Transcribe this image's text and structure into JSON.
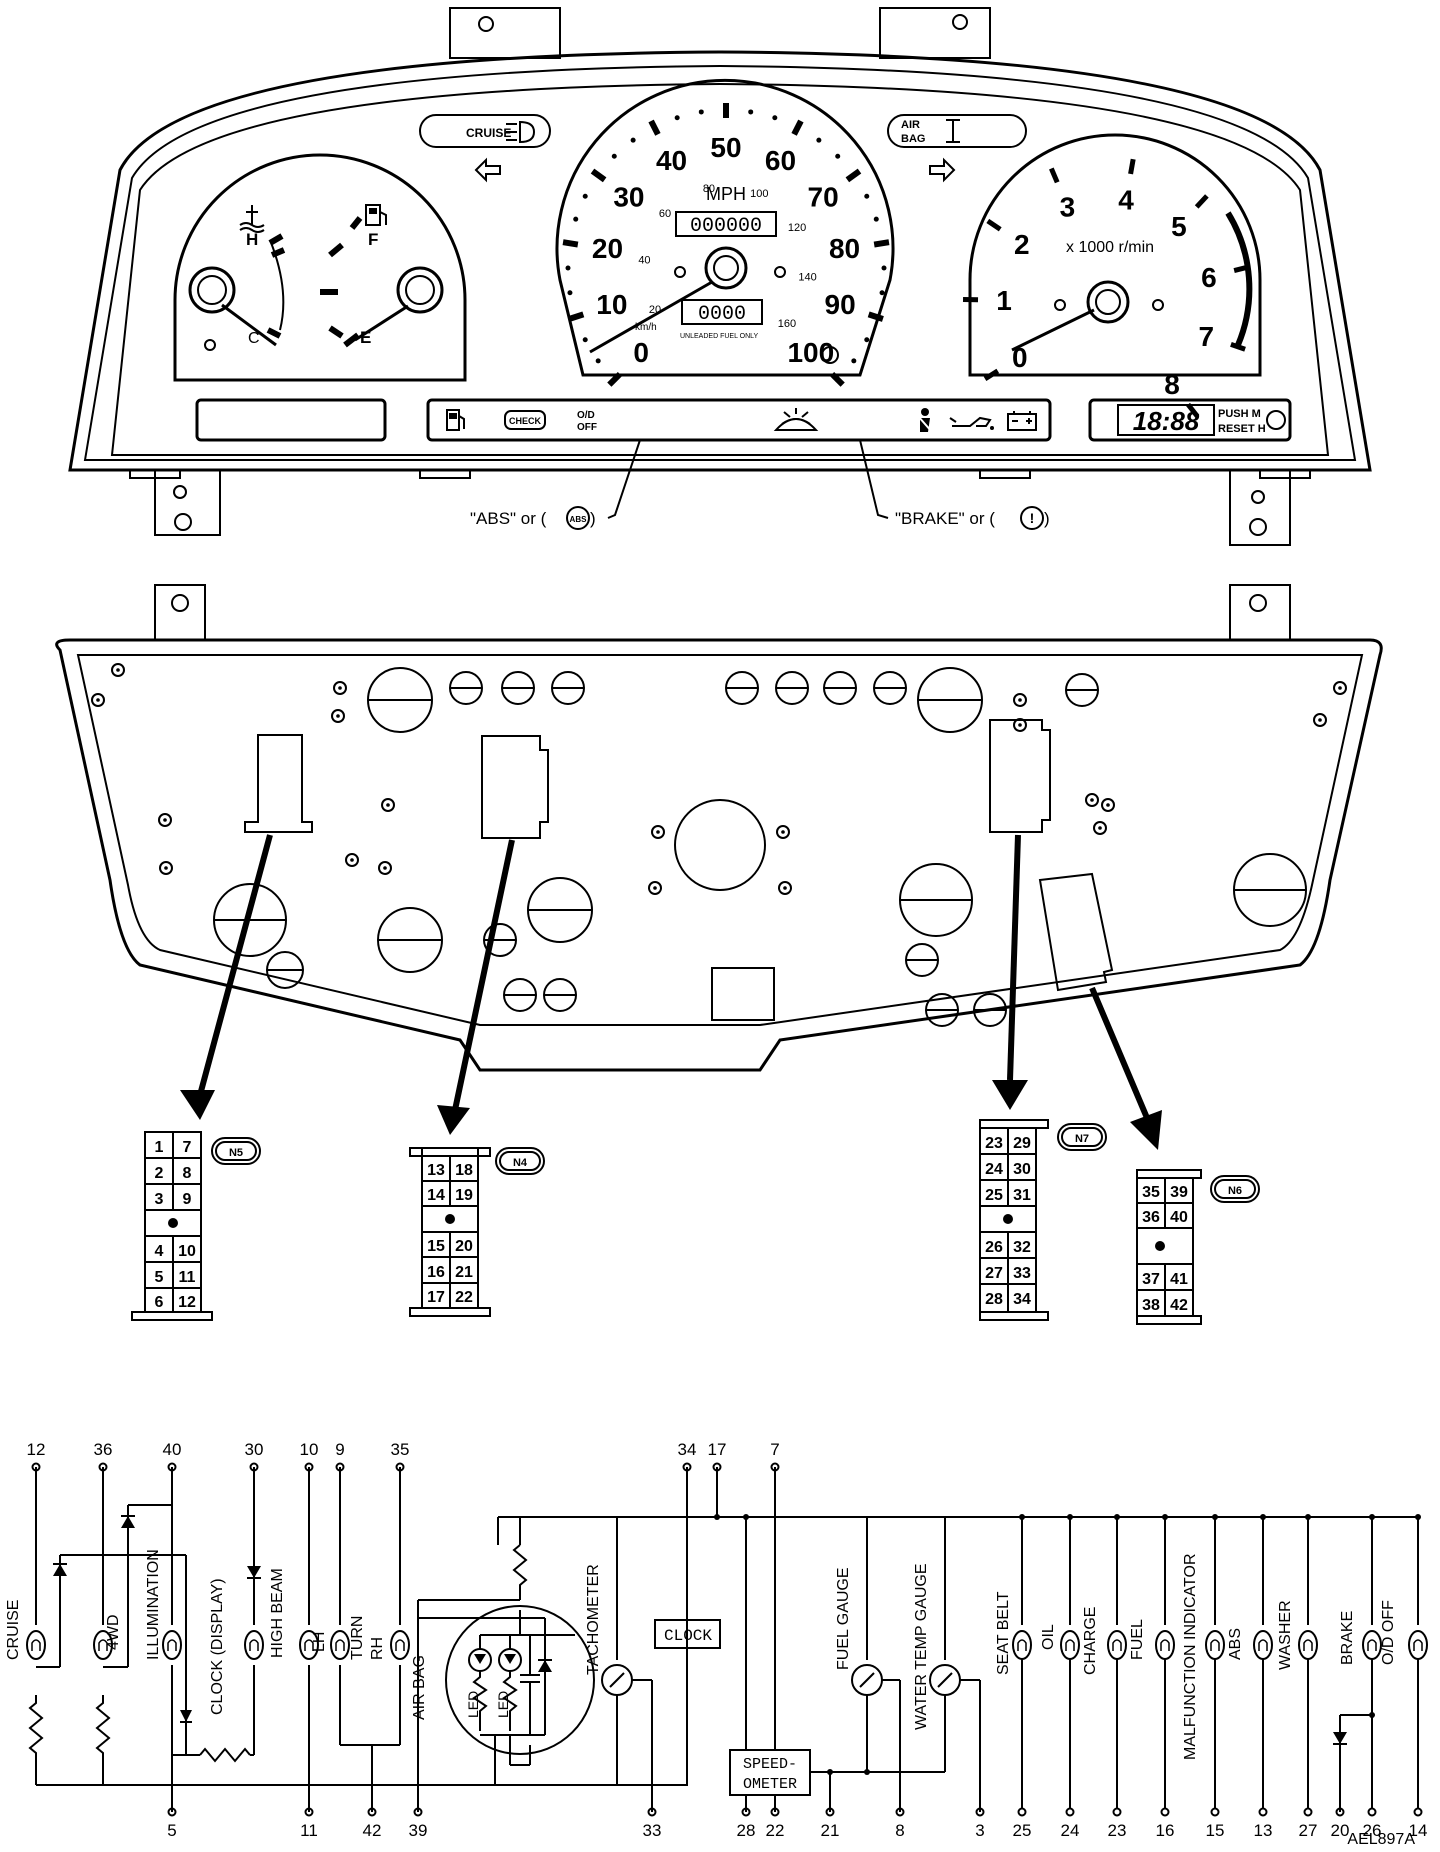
{
  "cluster": {
    "cruise_label": "CRUISE",
    "airbag_label": [
      "AIR",
      "BAG"
    ],
    "mph_label": "MPH",
    "speed_marks": [
      "0",
      "10",
      "20",
      "30",
      "40",
      "50",
      "60",
      "70",
      "80",
      "90",
      "100"
    ],
    "kmh_marks": [
      "20",
      "40",
      "60",
      "80",
      "100",
      "120",
      "140",
      "160"
    ],
    "kmh_label": "km/h",
    "unleaded_label": "UNLEADED FUEL ONLY",
    "odometer": "000000",
    "trip": "0000",
    "tach_label": "x 1000 r/min",
    "tach_marks": [
      "0",
      "1",
      "2",
      "3",
      "4",
      "5",
      "6",
      "7",
      "8"
    ],
    "temp_h": "H",
    "temp_c": "C",
    "fuel_f": "F",
    "fuel_e": "E",
    "clock_value": "18:88",
    "push_m": "PUSH M",
    "reset_h": "RESET H",
    "check_label": "CHECK",
    "od_off": [
      "O/D",
      "OFF"
    ],
    "abs_callout_pre": "\"ABS\" or (",
    "abs_callout_circle": "ABS",
    "abs_callout_post": ")",
    "brake_callout_pre": "\"BRAKE\" or (",
    "brake_callout_circle": "!",
    "brake_callout_post": ")"
  },
  "connectors": [
    {
      "name": "N5",
      "rows": [
        [
          "1",
          "7"
        ],
        [
          "2",
          "8"
        ],
        [
          "3",
          "9"
        ],
        [
          "dot"
        ],
        [
          "4",
          "10"
        ],
        [
          "5",
          "11"
        ],
        [
          "6",
          "12"
        ]
      ]
    },
    {
      "name": "N4",
      "rows": [
        [
          "13",
          "18"
        ],
        [
          "14",
          "19"
        ],
        [
          "dot"
        ],
        [
          "15",
          "20"
        ],
        [
          "16",
          "21"
        ],
        [
          "17",
          "22"
        ]
      ]
    },
    {
      "name": "N7",
      "rows": [
        [
          "23",
          "29"
        ],
        [
          "24",
          "30"
        ],
        [
          "25",
          "31"
        ],
        [
          "dot"
        ],
        [
          "26",
          "32"
        ],
        [
          "27",
          "33"
        ],
        [
          "28",
          "34"
        ]
      ]
    },
    {
      "name": "N6",
      "rows": [
        [
          "35",
          "39"
        ],
        [
          "36",
          "40"
        ],
        [
          "dot"
        ],
        [
          "37",
          "41"
        ],
        [
          "38",
          "42"
        ]
      ]
    }
  ],
  "schematic": {
    "top_pins": [
      "12",
      "36",
      "40",
      "30",
      "10",
      "9",
      "35",
      "34",
      "17",
      "7"
    ],
    "bottom_pins": [
      "5",
      "11",
      "42",
      "39",
      "33",
      "28",
      "22",
      "21",
      "8",
      "3",
      "25",
      "24",
      "23",
      "16",
      "15",
      "13",
      "27",
      "20",
      "26",
      "14"
    ],
    "labels": {
      "cruise": "CRUISE",
      "fourwd": "4WD",
      "illumination": "ILLUMINATION",
      "clock_display": "CLOCK (DISPLAY)",
      "high_beam": "HIGH BEAM",
      "lh": "LH",
      "turn": "TURN",
      "rh": "RH",
      "air_bag": "AIR BAG",
      "led": "LED",
      "tachometer": "TACHOMETER",
      "clock": "CLOCK",
      "speedometer_1": "SPEED-",
      "speedometer_2": "OMETER",
      "fuel_gauge": "FUEL GAUGE",
      "water_temp_gauge": "WATER TEMP GAUGE",
      "seat_belt": "SEAT BELT",
      "oil": "OIL",
      "charge": "CHARGE",
      "fuel": "FUEL",
      "malfunction": "MALFUNCTION INDICATOR",
      "abs": "ABS",
      "washer": "WASHER",
      "brake": "BRAKE",
      "od_off": "O/D OFF"
    }
  },
  "figure_id": "AEL897A"
}
